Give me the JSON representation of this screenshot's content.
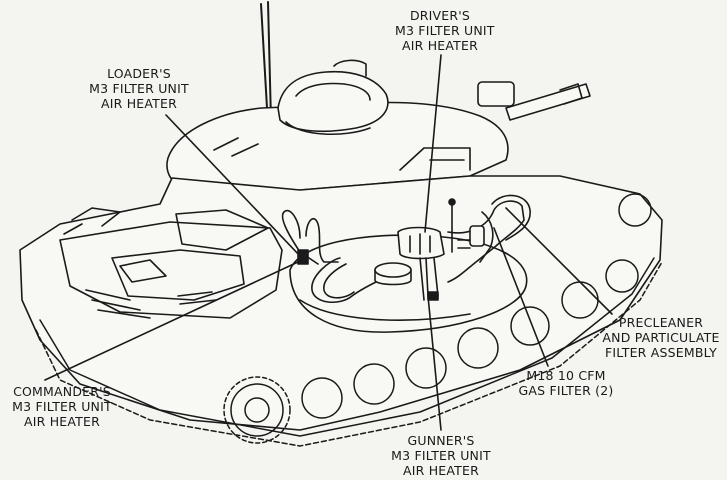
{
  "colors": {
    "paper": "#f4f4f1",
    "ink": "#1a1a1a"
  },
  "labels": {
    "driver": {
      "lines": [
        "DRIVER'S",
        "M3 FILTER UNIT",
        "AIR HEATER"
      ]
    },
    "loader": {
      "lines": [
        "LOADER'S",
        "M3 FILTER UNIT",
        "AIR HEATER"
      ]
    },
    "commander": {
      "lines": [
        "COMMANDER'S",
        "M3 FILTER UNIT",
        "AIR HEATER"
      ]
    },
    "gunner": {
      "lines": [
        "GUNNER'S",
        "M3 FILTER UNIT",
        "AIR HEATER"
      ]
    },
    "precleaner": {
      "lines": [
        "PRECLEANER",
        "AND PARTICULATE",
        "FILTER ASSEMBLY"
      ]
    },
    "gas_filter": {
      "lines": [
        "M18 10 CFM",
        "GAS FILTER (2)"
      ]
    }
  }
}
